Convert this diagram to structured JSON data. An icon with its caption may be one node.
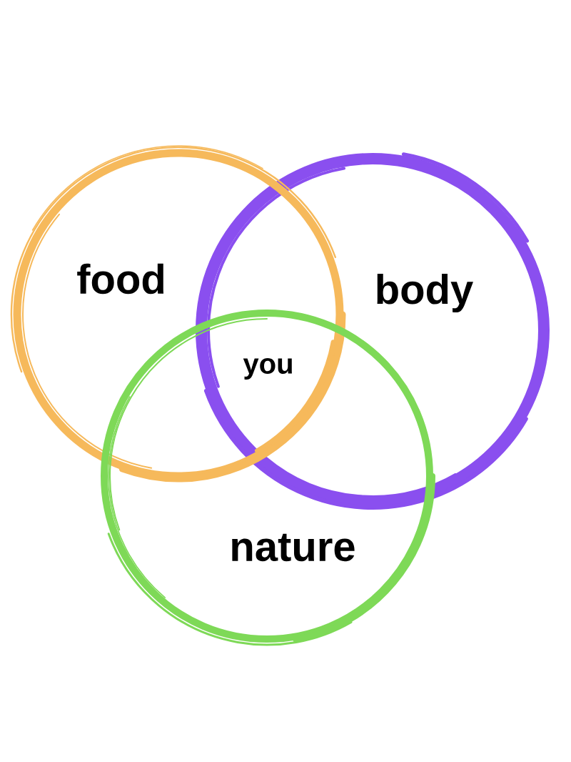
{
  "diagram": {
    "nodes": [
      {
        "text": [
          "food"
        ]
      },
      {
        "text": [
          "body"
        ]
      },
      {
        "text": [
          "nature"
        ]
      }
    ],
    "labels": [
      "you"
    ]
  }
}
